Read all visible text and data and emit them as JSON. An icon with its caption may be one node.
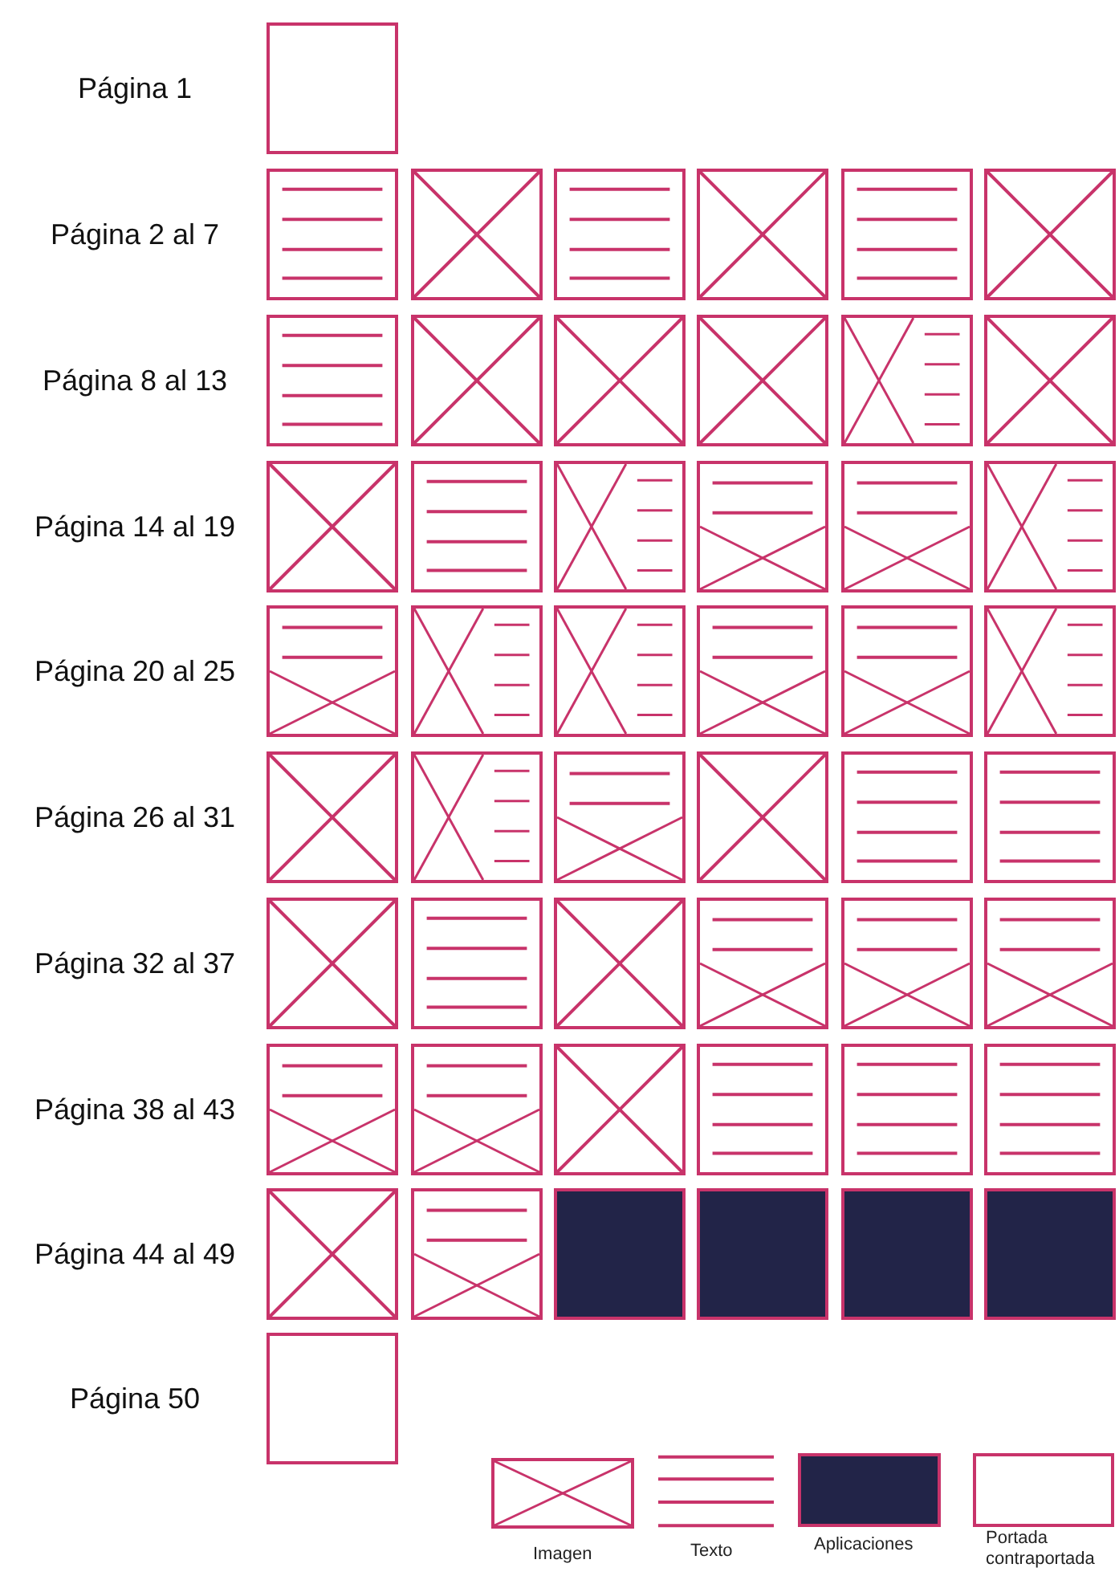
{
  "diagram": {
    "nodes": [
      {
        "text": [],
        "shape": "box",
        "beside": [
          "Página 1"
        ]
      },
      {
        "text": [],
        "shape": "lines",
        "beside": [
          "Página 2 al 7"
        ]
      },
      {
        "text": [],
        "shape": "cross"
      },
      {
        "text": [],
        "shape": "lines"
      },
      {
        "text": [],
        "shape": "cross"
      },
      {
        "text": [],
        "shape": "lines"
      },
      {
        "text": [],
        "shape": "cross"
      },
      {
        "text": [],
        "shape": "lines",
        "beside": [
          "Página 8 al 13"
        ]
      },
      {
        "text": [],
        "shape": "cross"
      },
      {
        "text": [],
        "shape": "cross"
      },
      {
        "text": [],
        "shape": "cross"
      },
      {
        "text": [],
        "shape": "split"
      },
      {
        "text": [],
        "shape": "cross"
      },
      {
        "text": [],
        "shape": "cross",
        "beside": [
          "Página 14 al 19"
        ]
      },
      {
        "text": [],
        "shape": "lines"
      },
      {
        "text": [],
        "shape": "split"
      },
      {
        "text": [],
        "shape": "half"
      },
      {
        "text": [],
        "shape": "half"
      },
      {
        "text": [],
        "shape": "split"
      },
      {
        "text": [],
        "shape": "half",
        "beside": [
          "Página 20 al 25"
        ]
      },
      {
        "text": [],
        "shape": "split"
      },
      {
        "text": [],
        "shape": "split"
      },
      {
        "text": [],
        "shape": "half"
      },
      {
        "text": [],
        "shape": "half"
      },
      {
        "text": [],
        "shape": "split"
      },
      {
        "text": [],
        "shape": "cross",
        "beside": [
          "Página 26 al 31"
        ]
      },
      {
        "text": [],
        "shape": "split"
      },
      {
        "text": [],
        "shape": "half"
      },
      {
        "text": [],
        "shape": "cross"
      },
      {
        "text": [],
        "shape": "lines"
      },
      {
        "text": [],
        "shape": "lines"
      },
      {
        "text": [],
        "shape": "cross",
        "beside": [
          "Página 32 al 37"
        ]
      },
      {
        "text": [],
        "shape": "lines"
      },
      {
        "text": [],
        "shape": "cross"
      },
      {
        "text": [],
        "shape": "half"
      },
      {
        "text": [],
        "shape": "half"
      },
      {
        "text": [],
        "shape": "half"
      },
      {
        "text": [],
        "shape": "half",
        "beside": [
          "Página 38 al 43"
        ]
      },
      {
        "text": [],
        "shape": "half"
      },
      {
        "text": [],
        "shape": "cross"
      },
      {
        "text": [],
        "shape": "lines"
      },
      {
        "text": [],
        "shape": "lines"
      },
      {
        "text": [],
        "shape": "lines"
      },
      {
        "text": [],
        "shape": "cross",
        "beside": [
          "Página 44 al 49"
        ]
      },
      {
        "text": [],
        "shape": "half"
      },
      {
        "text": [],
        "shape": "filled"
      },
      {
        "text": [],
        "shape": "filled"
      },
      {
        "text": [],
        "shape": "filled"
      },
      {
        "text": [],
        "shape": "filled"
      },
      {
        "text": [],
        "shape": "box",
        "beside": [
          "Página 50"
        ]
      }
    ],
    "legend": [
      {
        "text": "Imagen"
      },
      {
        "text": "Texto"
      },
      {
        "text": "Aplicaciones",
        "color": "#222448"
      },
      {
        "text": "Portada contraportada"
      }
    ]
  }
}
